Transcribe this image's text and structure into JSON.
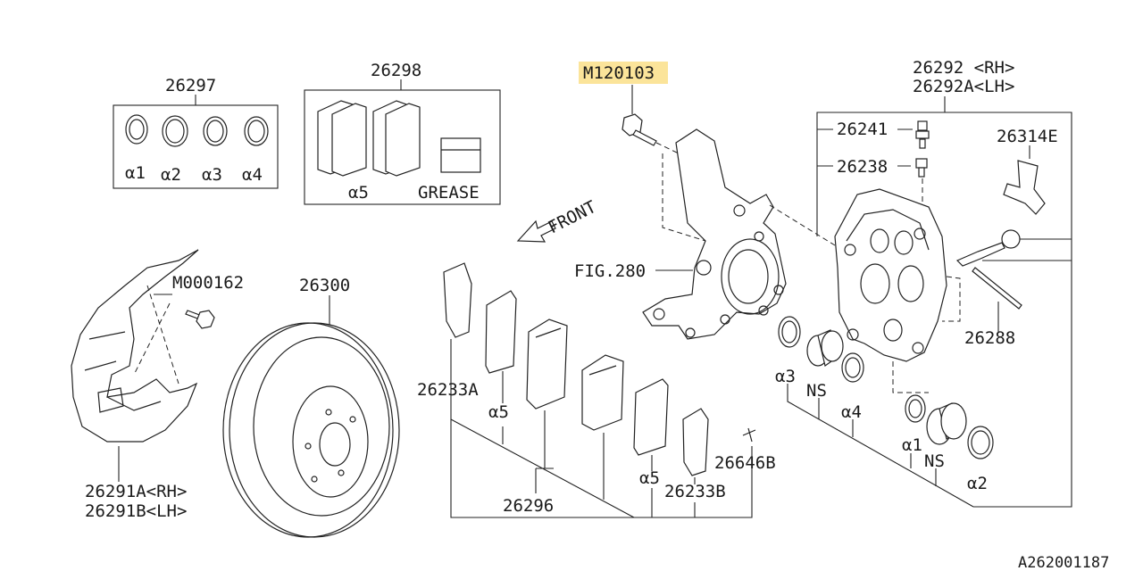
{
  "diagram_id": "A262001187",
  "labels": {
    "kit_seal": "26297",
    "a1": "α1",
    "a2": "α2",
    "a3": "α3",
    "a4": "α4",
    "kit_pad": "26298",
    "a5": "α5",
    "grease": "GREASE",
    "bolt_knuckle": "M120103",
    "front": "FRONT",
    "fig_ref": "FIG.280",
    "caliper_rh": "26292 <RH>",
    "caliper_lh": "26292A<LH>",
    "bleeder1": "26241",
    "bleeder2": "26238",
    "spring": "26314E",
    "pin": "26288",
    "bolt_cover": "M000162",
    "rotor": "26300",
    "cover_rh": "26291A<RH>",
    "cover_lh": "26291B<LH>",
    "shim_a": "26233A",
    "shim_b": "26233B",
    "pad_set": "26296",
    "clip": "26646B",
    "ns": "NS"
  }
}
